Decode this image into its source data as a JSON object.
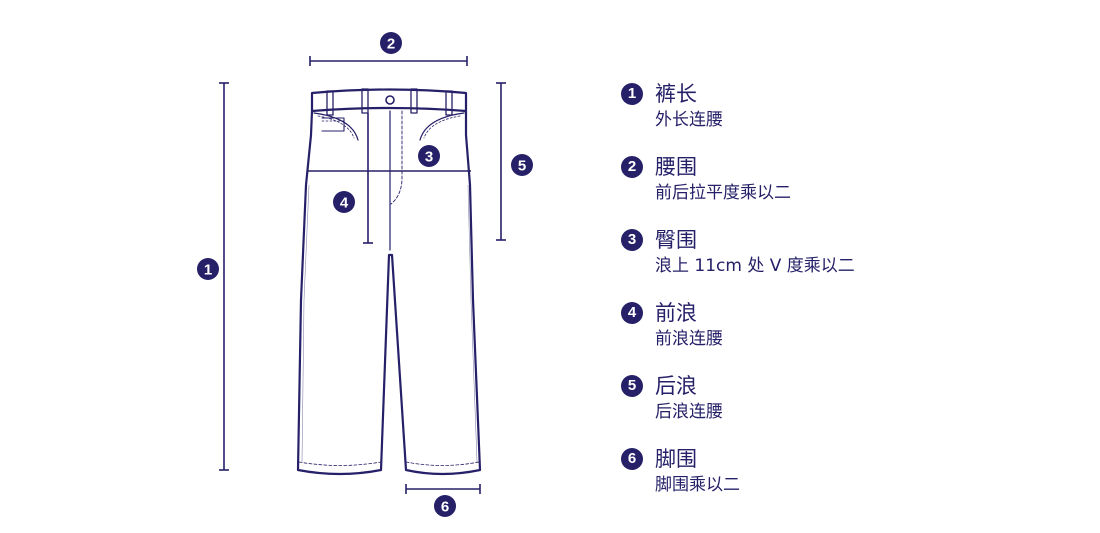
{
  "colors": {
    "ink": "#262068",
    "background": "#ffffff"
  },
  "diagram": {
    "subject_icon": "jeans-outline-icon",
    "markers": [
      "1",
      "2",
      "3",
      "4",
      "5",
      "6"
    ]
  },
  "legend": [
    {
      "number": "1",
      "title": "裤长",
      "desc": "外长连腰"
    },
    {
      "number": "2",
      "title": "腰围",
      "desc": "前后拉平度乘以二"
    },
    {
      "number": "3",
      "title": "臀围",
      "desc": "浪上 11cm 处 V 度乘以二"
    },
    {
      "number": "4",
      "title": "前浪",
      "desc": "前浪连腰"
    },
    {
      "number": "5",
      "title": "后浪",
      "desc": "后浪连腰"
    },
    {
      "number": "6",
      "title": "脚围",
      "desc": "脚围乘以二"
    }
  ]
}
